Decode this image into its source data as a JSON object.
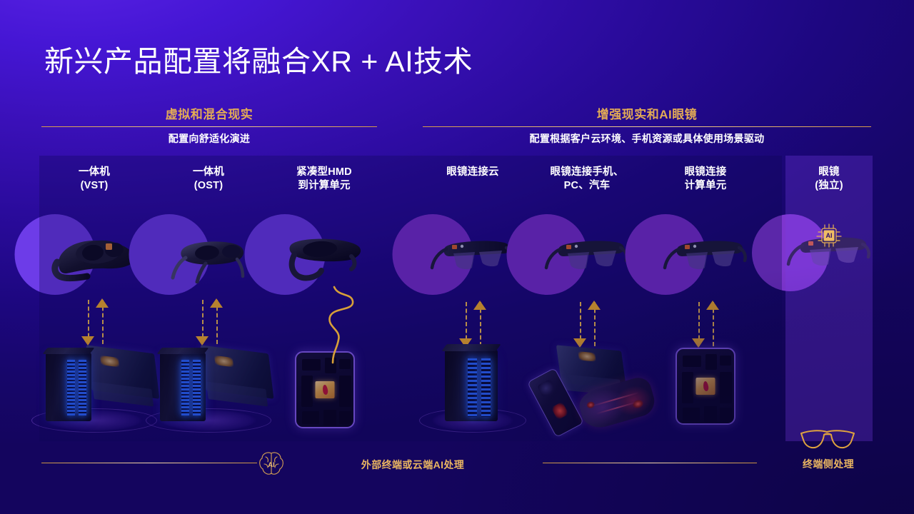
{
  "slide": {
    "title": "新兴产品配置将融合XR + AI技术",
    "accent_gold": "#e2ab56",
    "accent_amber": "#ffb61f",
    "background": "#2a0b9c"
  },
  "sections": [
    {
      "id": "vr-mr",
      "title": "虚拟和混合现实",
      "subtitle": "配置向舒适化演进"
    },
    {
      "id": "ar-ai-glasses",
      "title": "增强现实和AI眼镜",
      "subtitle": "配置根据客户云环境、手机资源或具体使用场景驱动"
    }
  ],
  "columns": [
    {
      "id": "aio-vst",
      "label": "一体机\n(VST)",
      "device": "vr-headset",
      "link": "dashed-arrow",
      "compute": "pc-tower"
    },
    {
      "id": "aio-ost",
      "label": "一体机\n(OST)",
      "device": "ar-visor",
      "link": "dashed-arrow",
      "compute": "pc-tower"
    },
    {
      "id": "compact-hmd",
      "label": "紧凑型HMD\n到计算单元",
      "device": "compact-hmd",
      "link": "gold-cable",
      "compute": "compute-unit"
    },
    {
      "id": "glasses-cloud",
      "label": "眼镜连接云",
      "device": "ar-glasses",
      "link": "dashed-arrow",
      "compute": "server-rack"
    },
    {
      "id": "glasses-phone",
      "label": "眼镜连接手机、\nPC、汽车",
      "device": "ar-glasses",
      "link": "dashed-arrow",
      "compute": "phone-pc-car"
    },
    {
      "id": "glasses-unit",
      "label": "眼镜连接\n计算单元",
      "device": "ar-glasses",
      "link": "dashed-arrow",
      "compute": "compute-unit"
    },
    {
      "id": "glasses-stand",
      "label": "眼镜\n(独立)",
      "device": "ai-glasses",
      "link": "none",
      "compute": "none"
    }
  ],
  "footer": {
    "external": {
      "label": "外部终端或云端AI处理",
      "icon": "brain-ai-icon",
      "icon_text": "AI"
    },
    "ondevice": {
      "label": "终端侧处理",
      "icon": "glasses-icon"
    }
  }
}
